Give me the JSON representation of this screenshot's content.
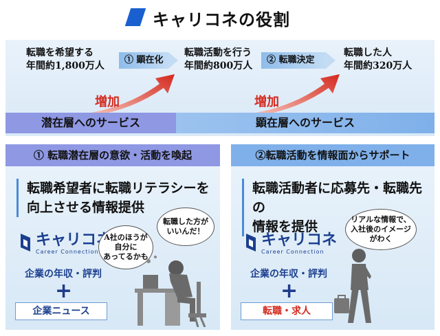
{
  "header": {
    "title": "キャリコネの役割",
    "accent": "#1a5fd0"
  },
  "flow": {
    "stages": [
      {
        "line1": "転職を希望する",
        "line2": "年間約1,800万人"
      },
      {
        "line1": "転職活動を行う",
        "line2": "年間約800万人"
      },
      {
        "line1": "転職した人",
        "line2": "年間約320万人"
      }
    ],
    "steps": [
      "① 顕在化",
      "② 転職決定"
    ],
    "increase_label": "増加",
    "bands": {
      "latent": "潜在層へのサービス",
      "manifest": "顕在層へのサービス"
    }
  },
  "panels": {
    "left": {
      "header": "① 転職潜在層の意欲・活動を喚起",
      "headline1": "転職希望者に転職リテラシーを",
      "headline2": "向上させる情報提供",
      "bubble_a": {
        "l1": "A社のほうが",
        "l2": "自分に",
        "l3": "あってるかも"
      },
      "bubble_b": {
        "l1": "転職した方が",
        "l2": "いいんだ！"
      },
      "brand_name": "キャリコネ",
      "brand_sub": "Career Connection",
      "item1": "企業の年収・評判",
      "plus": "+",
      "item2": "企業ニュース"
    },
    "right": {
      "header": "②転職活動を情報面からサポート",
      "headline1": "転職活動者に応募先・転職先の",
      "headline2": "情報を提供",
      "bubble": {
        "l1": "リアルな情報で、",
        "l2": "入社後のイメージ",
        "l3": "がわく"
      },
      "brand_name": "キャリコネ",
      "brand_sub": "Career Connection",
      "item1": "企業の年収・評判",
      "plus": "+",
      "item2": "転職・求人"
    }
  },
  "colors": {
    "increase": "#d42a1e",
    "brand": "#1b3f8f",
    "latent_band": "#8f98e3",
    "manifest_band": "#7fb0ea",
    "item_red": "#d42a1e"
  }
}
